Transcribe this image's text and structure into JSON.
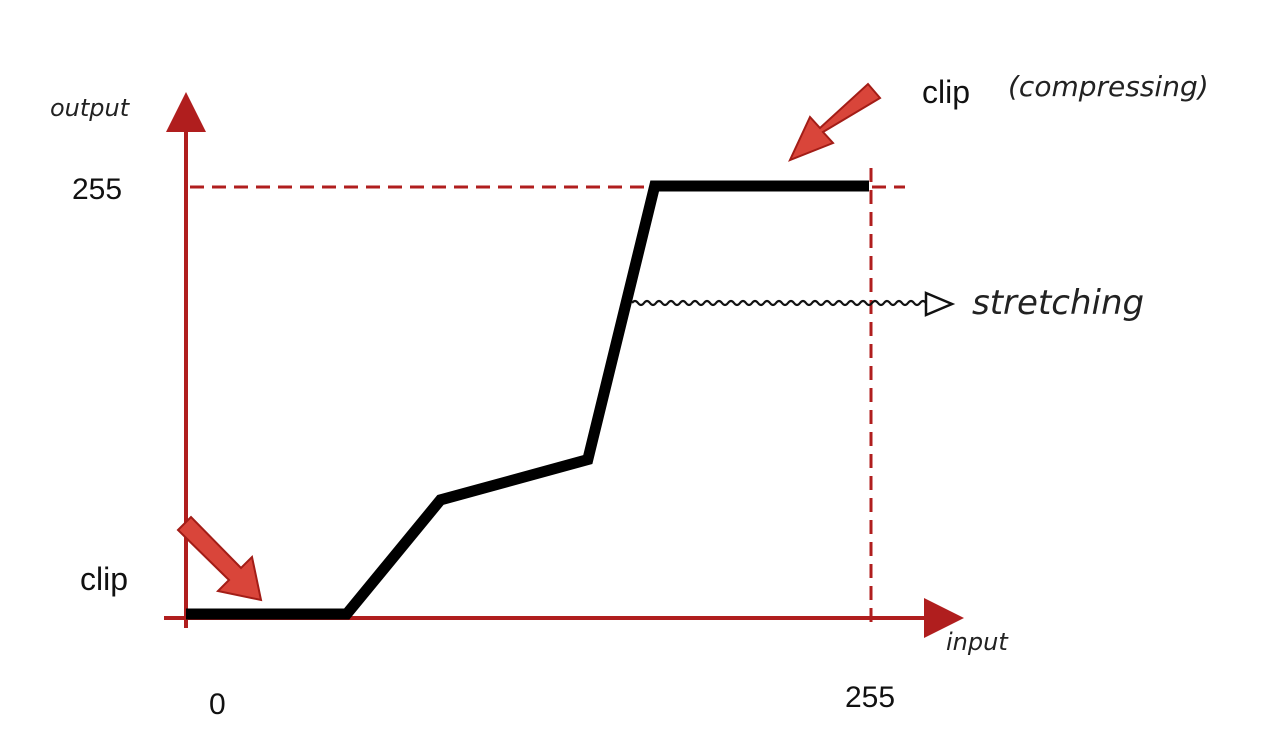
{
  "axes": {
    "x_label": "input",
    "y_label": "output",
    "x_tick_labels": [
      "0",
      "255"
    ],
    "y_tick_labels": [
      "255"
    ]
  },
  "annotations": {
    "top_clip": "clip",
    "top_clip_note": "(compressing)",
    "stretch": "stretching",
    "bottom_clip": "clip"
  },
  "curve": {
    "points": [
      [
        0,
        0
      ],
      [
        60,
        0
      ],
      [
        95,
        68
      ],
      [
        150,
        92
      ],
      [
        175,
        255
      ],
      [
        255,
        255
      ]
    ]
  },
  "colors": {
    "axis": "#b01e1e",
    "curve": "#000000",
    "arrow": "#d9453a",
    "arrow_edge": "#a31d17",
    "text": "#111111"
  }
}
